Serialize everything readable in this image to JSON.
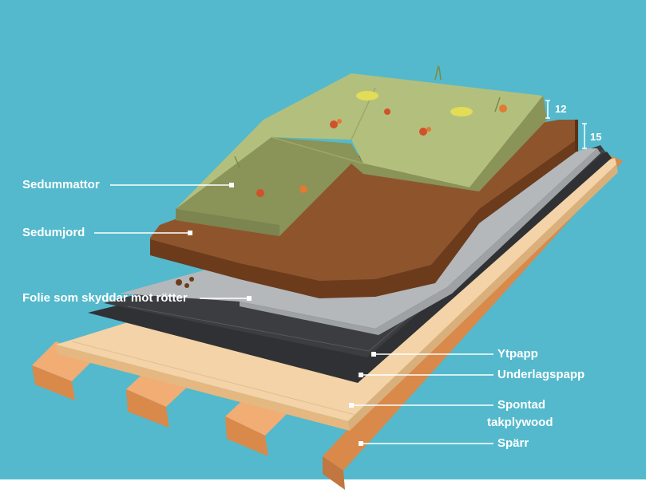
{
  "colors": {
    "background": "#54b9cc",
    "sedum": "#b3c07d",
    "soil": "#7a4523",
    "film": "#b4b8ba",
    "top_felt": "#3b3d40",
    "plywood": "#f3d3a7",
    "rafter": "#d9894a",
    "label": "#ffffff"
  },
  "labels": {
    "sedummattor": "Sedummattor",
    "sedumjord": "Sedumjord",
    "folie": "Folie som skyddar mot rötter",
    "ytpapp": "Ytpapp",
    "underlagspapp": "Underlagspapp",
    "spontad_line1": "Spontad",
    "spontad_line2": "takplywood",
    "sparr": "Spärr"
  },
  "dimensions": {
    "sedum_mat": "12",
    "soil": "15"
  }
}
